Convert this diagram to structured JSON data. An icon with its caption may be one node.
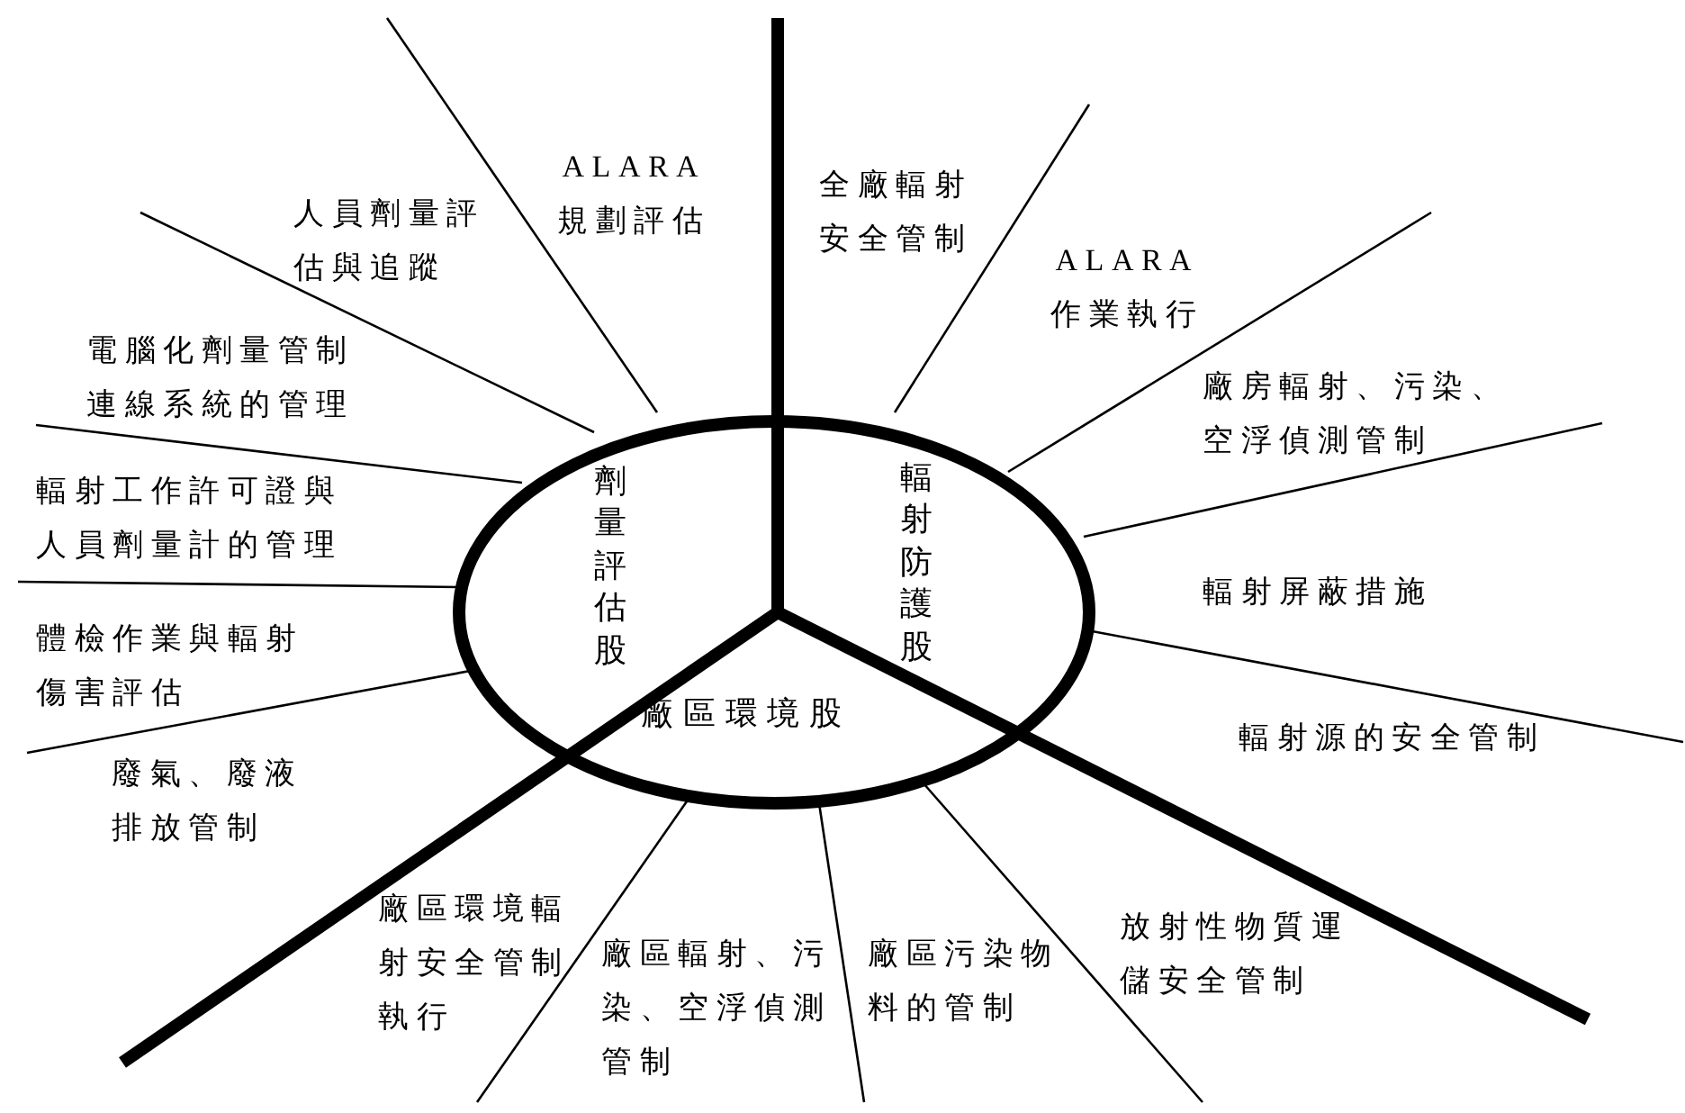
{
  "diagram": {
    "nodes": [
      {
        "text": [
          "劑量評估股"
        ]
      },
      {
        "text": [
          "輻射防護股"
        ]
      },
      {
        "text": [
          "廠區環境股"
        ]
      }
    ],
    "labels": [
      "ALARA 規劃評估",
      "全廠輻射安全管制",
      "ALARA 作業執行",
      "廠房輻射、污染、空浮偵測管制",
      "輻射屏蔽措施",
      "輻射源的安全管制",
      "放射性物質運儲安全管制",
      "廠區污染物料的管制",
      "廠區輻射、污染、空浮偵測管制",
      "廠區環境輻射安全管制執行",
      "廢氣、廢液排放管制",
      "體檢作業與輻射傷害評估",
      "輻射工作許可證與人員劑量計的管理",
      "電腦化劑量管制連線系統的管理",
      "人員劑量評估與追蹤"
    ]
  }
}
